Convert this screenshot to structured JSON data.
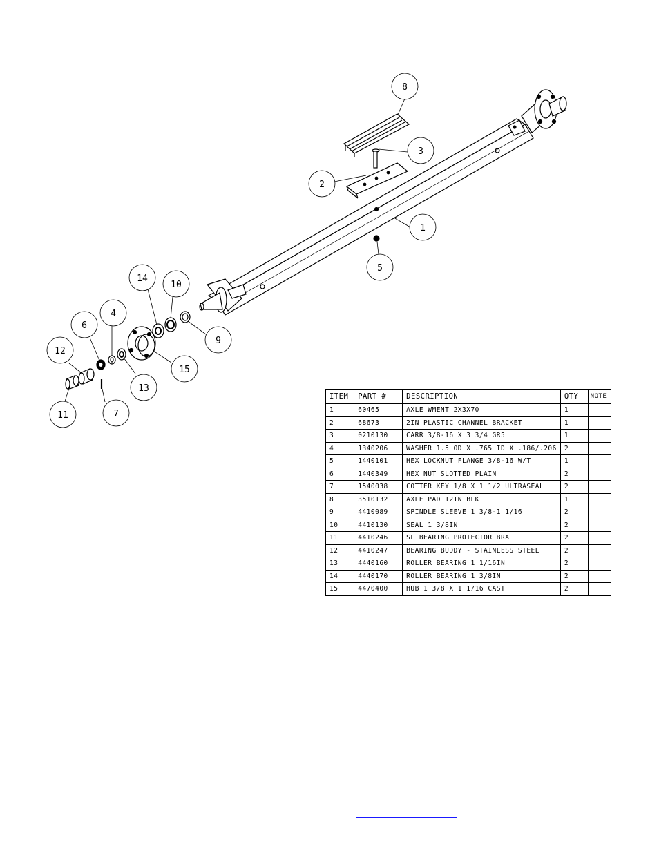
{
  "callouts": [
    "8",
    "3",
    "2",
    "1",
    "5",
    "14",
    "10",
    "9",
    "4",
    "6",
    "15",
    "12",
    "13",
    "11",
    "7"
  ],
  "table": {
    "headers": {
      "item": "ITEM",
      "part": "PART #",
      "description": "DESCRIPTION",
      "qty": "QTY",
      "note": "NOTE"
    },
    "rows": [
      {
        "item": "1",
        "part": "60465",
        "description": "AXLE WMENT   2X3X70",
        "qty": "1",
        "note": ""
      },
      {
        "item": "2",
        "part": "68673",
        "description": "2IN PLASTIC CHANNEL BRACKET",
        "qty": "1",
        "note": ""
      },
      {
        "item": "3",
        "part": "0210130",
        "description": "CARR 3/8-16 X 3 3/4 GR5",
        "qty": "1",
        "note": ""
      },
      {
        "item": "4",
        "part": "1340206",
        "description": "WASHER 1.5 OD X .765 ID X .186/.206",
        "qty": "2",
        "note": ""
      },
      {
        "item": "5",
        "part": "1440101",
        "description": "HEX LOCKNUT FLANGE 3/8-16 W/T",
        "qty": "1",
        "note": ""
      },
      {
        "item": "6",
        "part": "1440349",
        "description": "HEX NUT SLOTTED PLAIN",
        "qty": "2",
        "note": ""
      },
      {
        "item": "7",
        "part": "1540038",
        "description": "COTTER KEY 1/8 X 1 1/2 ULTRASEAL",
        "qty": "2",
        "note": ""
      },
      {
        "item": "8",
        "part": "3510132",
        "description": "AXLE PAD 12IN  BLK",
        "qty": "1",
        "note": ""
      },
      {
        "item": "9",
        "part": "4410089",
        "description": "SPINDLE SLEEVE  1 3/8-1 1/16",
        "qty": "2",
        "note": ""
      },
      {
        "item": "10",
        "part": "4410130",
        "description": "SEAL  1 3/8IN",
        "qty": "2",
        "note": ""
      },
      {
        "item": "11",
        "part": "4410246",
        "description": "SL BEARING PROTECTOR BRA",
        "qty": "2",
        "note": ""
      },
      {
        "item": "12",
        "part": "4410247",
        "description": "BEARING BUDDY - STAINLESS STEEL",
        "qty": "2",
        "note": ""
      },
      {
        "item": "13",
        "part": "4440160",
        "description": "ROLLER BEARING   1 1/16IN",
        "qty": "2",
        "note": ""
      },
      {
        "item": "14",
        "part": "4440170",
        "description": "ROLLER BEARING   1 3/8IN",
        "qty": "2",
        "note": ""
      },
      {
        "item": "15",
        "part": "4470400",
        "description": "HUB   1 3/8 X 1 1/16 CAST",
        "qty": "2",
        "note": ""
      }
    ]
  }
}
